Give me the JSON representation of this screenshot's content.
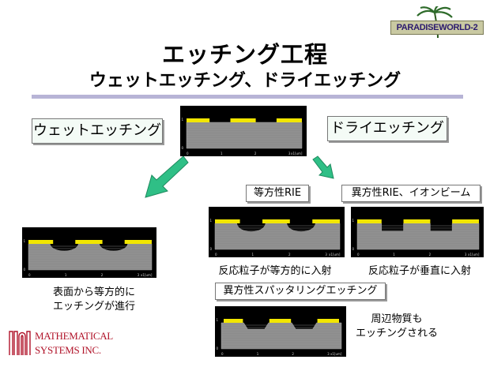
{
  "header": {
    "title": "エッチング工程",
    "subtitle": "ウェットエッチング、ドライエッチング"
  },
  "logo_top": {
    "text": "PARADISEWORLD-2"
  },
  "labels": {
    "wet": "ウェットエッチング",
    "dry": "ドライエッチング",
    "isotropic_rie": "等方性RIE",
    "anisotropic_rie": "異方性RIE、イオンビーム",
    "anisotropic_sputter": "異方性スパッタリングエッチング"
  },
  "captions": {
    "isotropic": "反応粒子が等方的に入射",
    "anisotropic": "反応粒子が垂直に入射",
    "wet_line1": "表面から等方的に",
    "wet_line2": "エッチングが進行",
    "sputter_line1": "周辺物質も",
    "sputter_line2": "エッチングされる"
  },
  "panel": {
    "x_ticks": [
      "0",
      "1",
      "2",
      "3"
    ],
    "y_ticks": [
      "1",
      "0"
    ],
    "unit": "x1[um]"
  },
  "logo_bottom": {
    "line1": "MATHEMATICAL",
    "line2": "SYSTEMS INC."
  },
  "colors": {
    "panel_bg": "#000000",
    "substrate": "#8c8c8c",
    "mask": "#f2e600",
    "arrow": "#2fbf86",
    "rule": "#b7b4d6",
    "brand_red": "#b1142a"
  }
}
